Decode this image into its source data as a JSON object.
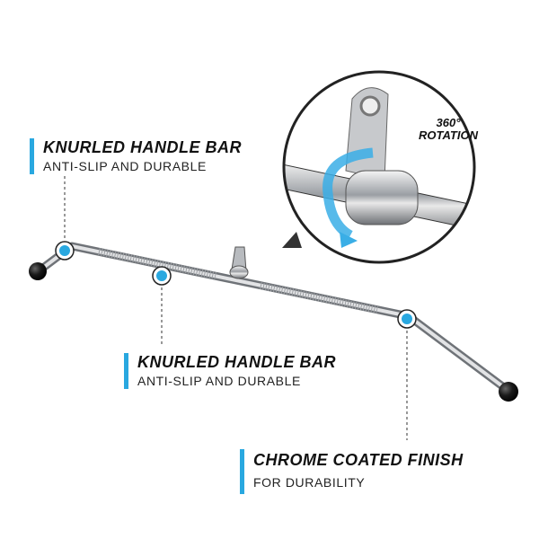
{
  "callouts": [
    {
      "title": "KNURLED HANDLE BAR",
      "subtitle": "ANTI-SLIP  AND DURABLE"
    },
    {
      "title": "KNURLED HANDLE BAR",
      "subtitle": "ANTI-SLIP  AND DURABLE"
    },
    {
      "title": "CHROME COATED FINISH",
      "subtitle": "FOR DURABILITY"
    }
  ],
  "detail": {
    "degrees": "360°",
    "caption": "ROTATION"
  },
  "colors": {
    "accent": "#29a8e0",
    "chrome": "#b9bcc0",
    "knob": "#1a1a1a"
  }
}
